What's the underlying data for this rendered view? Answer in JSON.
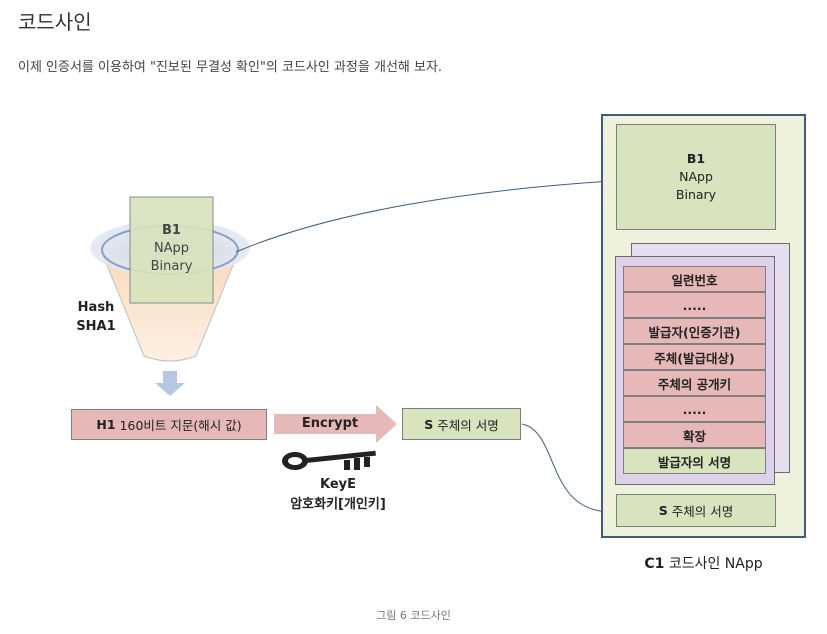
{
  "page": {
    "title": "코드사인",
    "intro": "이제 인증서를 이용하여 \"진보된 무결성 확인\"의 코드사인 과정을 개선해 보자.",
    "caption": "그림 6 코드사인"
  },
  "diagram": {
    "binary": {
      "line1": "B1",
      "line2": "NApp",
      "line3": "Binary"
    },
    "hash_label": {
      "line1": "Hash",
      "line2": "SHA1"
    },
    "fingerprint": {
      "id": "H1",
      "text": "160비트 지문(해시 값)"
    },
    "encrypt_label": "Encrypt",
    "signature": {
      "id": "S",
      "text": "주체의 서명"
    },
    "key_label": {
      "line1": "KeyE",
      "line2": "암호화키[개인키]"
    },
    "panel": {
      "binary": {
        "line1": "B1",
        "line2": "NApp",
        "line3": "Binary"
      },
      "cert_rows": [
        "일련번호",
        ".....",
        "발급자(인증기관)",
        "주체(발급대상)",
        "주체의 공개키",
        ".....",
        "확장",
        "발급자의 서명"
      ],
      "signature": {
        "id": "S",
        "text": "주체의 서명"
      },
      "label": {
        "id": "C1",
        "text": "코드사인 NApp"
      }
    }
  },
  "colors": {
    "green_fill": "#d7e4bd",
    "pink_fill": "#e6b9b8",
    "panel_border": "#3e5d7f",
    "panel_fill": "#eef1dc",
    "cert_fill": "#ddd2ea",
    "arrow_blue": "#3e5d7f"
  },
  "icons": [
    "key-icon",
    "funnel-shape",
    "down-arrow-icon",
    "encrypt-arrow-icon"
  ]
}
